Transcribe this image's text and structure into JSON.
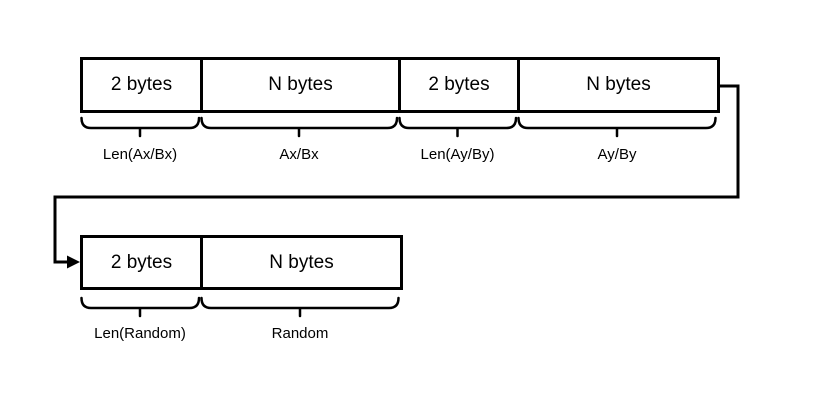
{
  "diagram": {
    "row1": {
      "segments": [
        {
          "box": "2 bytes",
          "label": "Len(Ax/Bx)"
        },
        {
          "box": "N bytes",
          "label": "Ax/Bx"
        },
        {
          "box": "2 bytes",
          "label": "Len(Ay/By)"
        },
        {
          "box": "N bytes",
          "label": "Ay/By"
        }
      ]
    },
    "row2": {
      "segments": [
        {
          "box": "2 bytes",
          "label": "Len(Random)"
        },
        {
          "box": "N bytes",
          "label": "Random"
        }
      ]
    },
    "colors": {
      "line": "#000000",
      "background": "#ffffff"
    }
  }
}
